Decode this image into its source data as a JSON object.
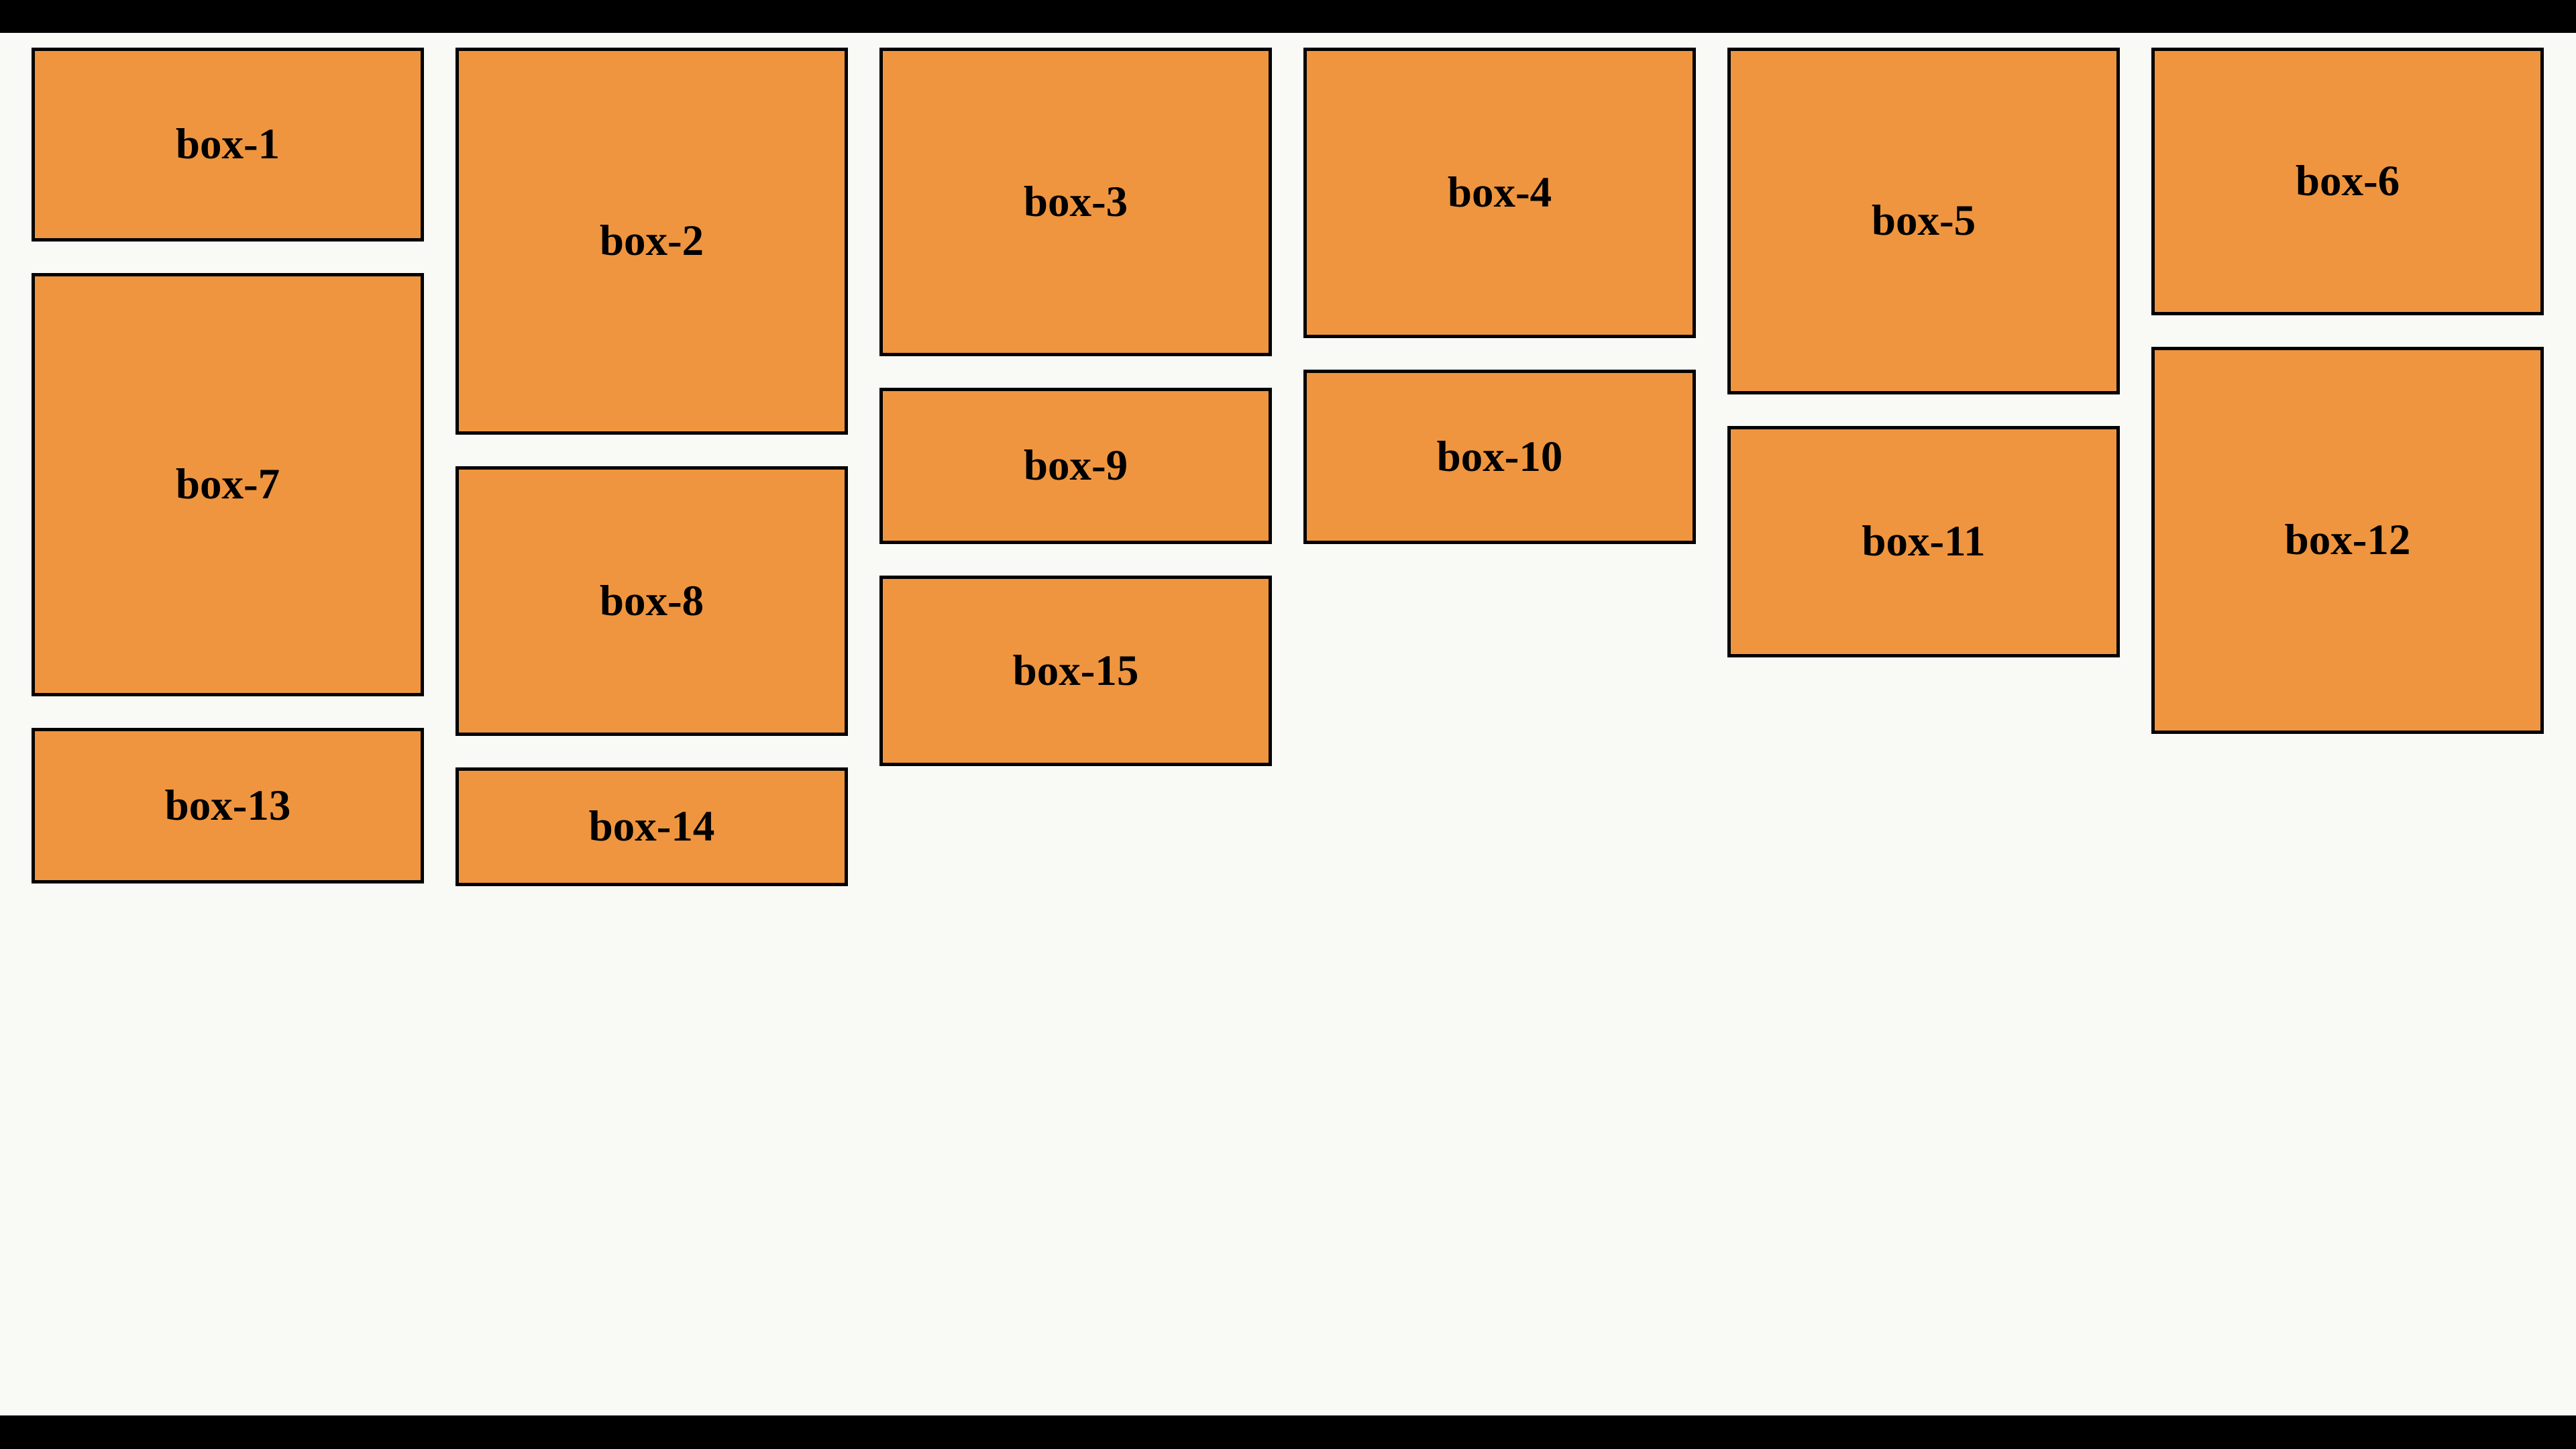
{
  "page": {
    "description": "masonry layout demo with labeled boxes",
    "letterbox_top": true,
    "letterbox_bottom": true
  },
  "colors": {
    "page_bg": "#f9f9f5",
    "letterbox": "#000000",
    "box_fill": "#ef953f",
    "box_border": "#000000",
    "box_text": "#000000"
  },
  "boxes": [
    {
      "label": "box-1"
    },
    {
      "label": "box-2"
    },
    {
      "label": "box-3"
    },
    {
      "label": "box-4"
    },
    {
      "label": "box-5"
    },
    {
      "label": "box-6"
    },
    {
      "label": "box-7"
    },
    {
      "label": "box-8"
    },
    {
      "label": "box-9"
    },
    {
      "label": "box-10"
    },
    {
      "label": "box-11"
    },
    {
      "label": "box-12"
    },
    {
      "label": "box-13"
    },
    {
      "label": "box-14"
    },
    {
      "label": "box-15"
    }
  ]
}
